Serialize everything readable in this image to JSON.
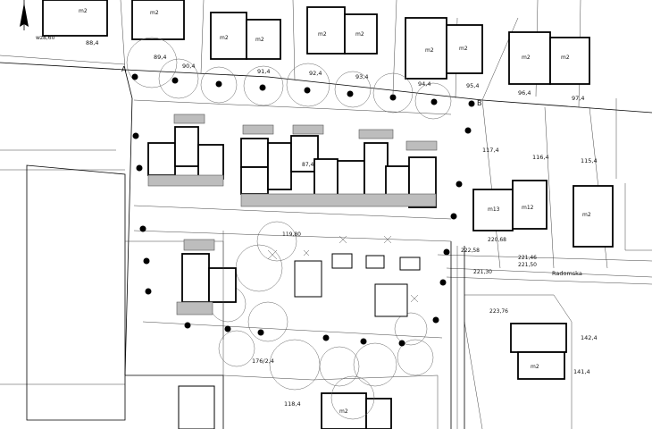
{
  "colors": {
    "line": "#000000",
    "roof": "#bdbdbd",
    "tree": "#666666",
    "paper": "#ffffff"
  },
  "icons": {
    "north": "north-arrow-icon"
  },
  "labels": {
    "m2": "m2",
    "p884": "88,4",
    "p894": "89,4",
    "p904": "90,4",
    "p914": "91,4",
    "p924": "92,4",
    "p934": "93,4",
    "p944": "94,4",
    "p954": "95,4",
    "p964": "96,4",
    "p974": "97,4",
    "p1174": "117,4",
    "p1164": "116,4",
    "p1154": "115,4",
    "p1424": "142,4",
    "p1414": "141,4",
    "p1184": "118,4",
    "p1764": "176/2,4",
    "mA": "A",
    "mB": "B",
    "street": "Radomska",
    "m13": "m13",
    "m12": "m12",
    "mid1": "119,80",
    "mid2": "87,4",
    "e1": "wz8,60",
    "e2": "221,30",
    "e3": "223,76",
    "e4": "222,58",
    "e5": "220,68",
    "e6": "221,46",
    "e7": "221,50"
  }
}
